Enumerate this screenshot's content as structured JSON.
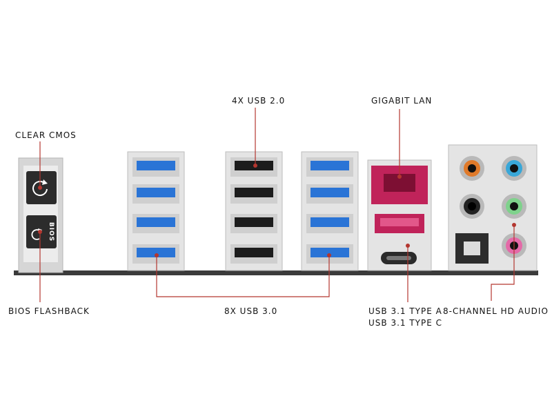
{
  "labels": {
    "clear_cmos": "CLEAR CMOS",
    "bios_flashback": "BIOS FLASHBACK",
    "usb20": "4X USB 2.0",
    "usb30": "8X USB 3.0",
    "lan": "GIGABIT LAN",
    "usb31a": "USB 3.1 TYPE A",
    "usb31c": "USB 3.1 TYPE C",
    "audio": "8-CHANNEL HD AUDIO",
    "bios_button_text": "BIOS"
  },
  "colors": {
    "leader": "#b3362f",
    "usb30_blue": "#2a74d6",
    "usb20_black": "#1c1c1c",
    "lan_pink": "#c0235a",
    "audio_orange": "#e07a2a",
    "audio_blue": "#39a7d8",
    "audio_black": "#222222",
    "audio_green": "#7fd28c",
    "audio_pink": "#e46aa8"
  },
  "icons": [
    "refresh-icon",
    "refresh-icon"
  ]
}
